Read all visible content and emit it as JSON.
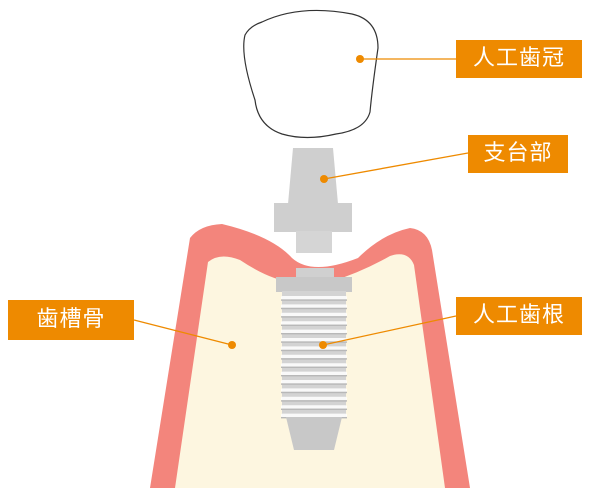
{
  "labels": {
    "crown": "人工歯冠",
    "abutment": "支台部",
    "root": "人工歯根",
    "bone": "歯槽骨"
  },
  "colors": {
    "label_bg": "#ee8a00",
    "label_text": "#ffffff",
    "leader_line": "#ee8a00",
    "gum": "#f3857c",
    "bone": "#fdf6e0",
    "metal_light": "#e6e6e6",
    "metal_mid": "#cfcfcf",
    "metal_dark": "#bdbdbd",
    "crown_fill": "#ffffff",
    "crown_stroke": "#333333"
  }
}
